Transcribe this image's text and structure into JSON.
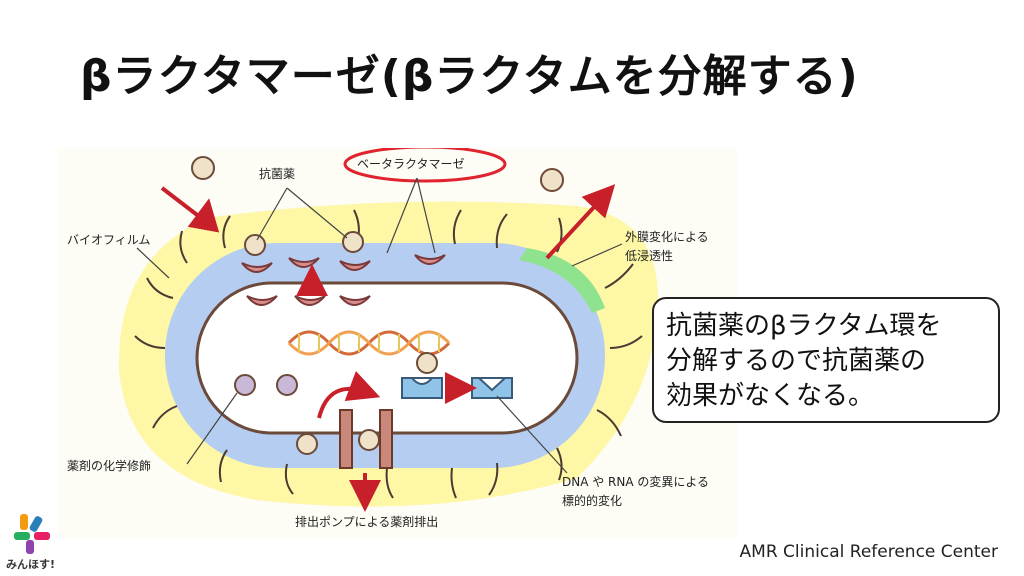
{
  "title": "βラクタマーゼ(βラクタムを分解する)",
  "diagram": {
    "labels": {
      "antibiotic": "抗菌薬",
      "beta_lactamase": "ベータラクタマーゼ",
      "biofilm": "バイオフィルム",
      "outer_membrane_l1": "外膜変化による",
      "outer_membrane_l2": "低浸透性",
      "drug_modification": "薬剤の化学修飾",
      "target_change_l1": "DNA や RNA の変異による",
      "target_change_l2": "標的的変化",
      "efflux_pump": "排出ポンプによる薬剤排出"
    },
    "colors": {
      "biofilm": "#fdf7a6",
      "membrane": "#b5cdf0",
      "outer_membrane_change": "#8fe38f",
      "arrow": "#c8202a",
      "highlight_ellipse": "#e0232e"
    }
  },
  "callout": {
    "line1": "抗菌薬のβラクタム環を",
    "line2": "分解するので抗菌薬の",
    "line3": "効果がなくなる。"
  },
  "credit": "AMR Clinical Reference Center",
  "logo": {
    "text": "みんほす!"
  }
}
